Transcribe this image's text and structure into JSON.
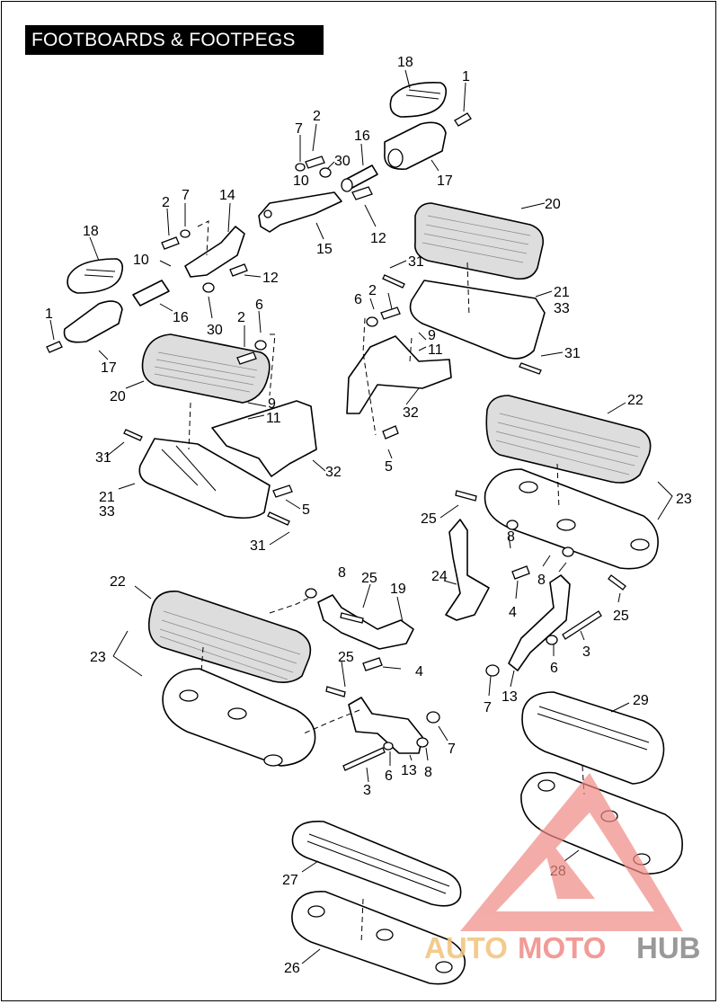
{
  "title": "FOOTBOARDS & FOOTPEGS",
  "labels": [
    {
      "id": "l1",
      "text": "18"
    },
    {
      "id": "l2",
      "text": "1"
    },
    {
      "id": "l3",
      "text": "2"
    },
    {
      "id": "l4",
      "text": "7"
    },
    {
      "id": "l5",
      "text": "16"
    },
    {
      "id": "l6",
      "text": "30"
    },
    {
      "id": "l7",
      "text": "10"
    },
    {
      "id": "l8",
      "text": "17"
    },
    {
      "id": "l9",
      "text": "2"
    },
    {
      "id": "l10",
      "text": "7"
    },
    {
      "id": "l11",
      "text": "14"
    },
    {
      "id": "l12",
      "text": "20"
    },
    {
      "id": "l13",
      "text": "18"
    },
    {
      "id": "l14",
      "text": "15"
    },
    {
      "id": "l15",
      "text": "12"
    },
    {
      "id": "l16",
      "text": "10"
    },
    {
      "id": "l17",
      "text": "12"
    },
    {
      "id": "l18",
      "text": "31"
    },
    {
      "id": "l19",
      "text": "1"
    },
    {
      "id": "l20",
      "text": "16"
    },
    {
      "id": "l21",
      "text": "30"
    },
    {
      "id": "l22",
      "text": "2"
    },
    {
      "id": "l23",
      "text": "6"
    },
    {
      "id": "l24",
      "text": "6"
    },
    {
      "id": "l25",
      "text": "2"
    },
    {
      "id": "l26",
      "text": "21"
    },
    {
      "id": "l27",
      "text": "33"
    },
    {
      "id": "l28",
      "text": "9"
    },
    {
      "id": "l29",
      "text": "11"
    },
    {
      "id": "l30",
      "text": "17"
    },
    {
      "id": "l31",
      "text": "31"
    },
    {
      "id": "l32",
      "text": "20"
    },
    {
      "id": "l33",
      "text": "9"
    },
    {
      "id": "l34",
      "text": "11"
    },
    {
      "id": "l35",
      "text": "32"
    },
    {
      "id": "l36",
      "text": "22"
    },
    {
      "id": "l37",
      "text": "31"
    },
    {
      "id": "l38",
      "text": "32"
    },
    {
      "id": "l39",
      "text": "5"
    },
    {
      "id": "l40",
      "text": "21"
    },
    {
      "id": "l41",
      "text": "33"
    },
    {
      "id": "l42",
      "text": "23"
    },
    {
      "id": "l43",
      "text": "5"
    },
    {
      "id": "l44",
      "text": "25"
    },
    {
      "id": "l45",
      "text": "31"
    },
    {
      "id": "l46",
      "text": "8"
    },
    {
      "id": "l47",
      "text": "24"
    },
    {
      "id": "l48",
      "text": "8"
    },
    {
      "id": "l49",
      "text": "8"
    },
    {
      "id": "l50",
      "text": "25"
    },
    {
      "id": "l51",
      "text": "19"
    },
    {
      "id": "l52",
      "text": "22"
    },
    {
      "id": "l53",
      "text": "4"
    },
    {
      "id": "l54",
      "text": "25"
    },
    {
      "id": "l55",
      "text": "23"
    },
    {
      "id": "l56",
      "text": "3"
    },
    {
      "id": "l57",
      "text": "25"
    },
    {
      "id": "l58",
      "text": "4"
    },
    {
      "id": "l59",
      "text": "6"
    },
    {
      "id": "l60",
      "text": "7"
    },
    {
      "id": "l61",
      "text": "13"
    },
    {
      "id": "l62",
      "text": "29"
    },
    {
      "id": "l63",
      "text": "7"
    },
    {
      "id": "l64",
      "text": "6"
    },
    {
      "id": "l65",
      "text": "13"
    },
    {
      "id": "l66",
      "text": "8"
    },
    {
      "id": "l67",
      "text": "3"
    },
    {
      "id": "l68",
      "text": "28"
    },
    {
      "id": "l69",
      "text": "27"
    },
    {
      "id": "l70",
      "text": "26"
    }
  ],
  "watermark": {
    "part1": "AUTO",
    "part2": "MOTO",
    "part3": "HUB",
    "color_a": "#f2c27a",
    "color_b": "#f08a84",
    "color_c": "#8f8f8f"
  }
}
